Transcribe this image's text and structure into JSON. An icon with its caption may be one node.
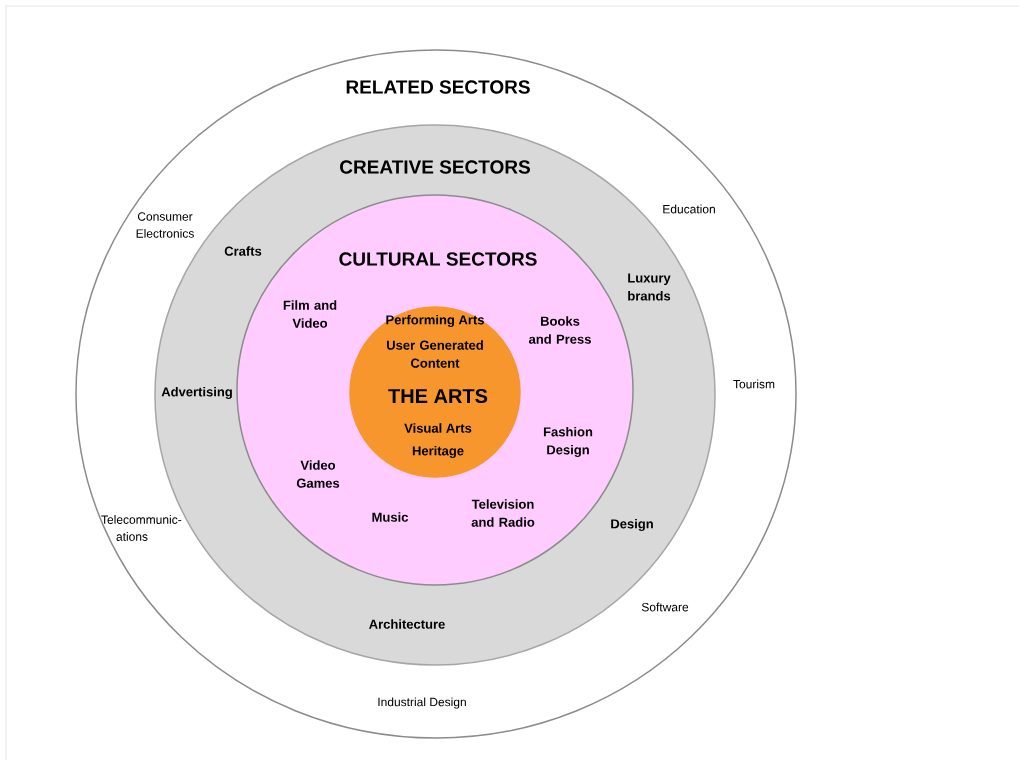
{
  "diagram": {
    "nodes": [
      {
        "text": [
          "RELATED SECTORS",
          "Consumer Electronics",
          "Education",
          "Tourism",
          "Software",
          "Industrial Design",
          "Telecommunic- ations"
        ]
      },
      {
        "text": [
          "CREATIVE SECTORS",
          "Crafts",
          "Luxury brands",
          "Advertising",
          "Design",
          "Architecture"
        ],
        "in": 0
      },
      {
        "text": [
          "CULTURAL SECTORS",
          "Film and Video",
          "Books and Press",
          "Fashion Design",
          "Video Games",
          "Music",
          "Television and Radio"
        ],
        "in": 1
      },
      {
        "text": [
          "Performing Arts",
          "User Generated Content",
          "THE ARTS",
          "Visual Arts",
          "Heritage"
        ],
        "in": 2
      }
    ]
  }
}
